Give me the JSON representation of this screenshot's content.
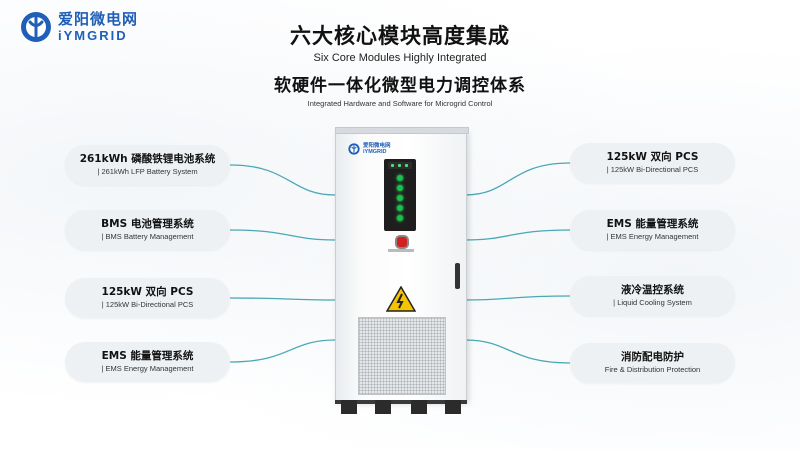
{
  "brand": {
    "name_cn": "爱阳微电网",
    "name_en": "iYMGRID",
    "color": "#1f5fb8"
  },
  "headline": {
    "title_cn": "六大核心模块高度集成",
    "title_en": "Six Core Modules Highly Integrated",
    "subtitle_cn": "软硬件一体化微型电力调控体系",
    "subtitle_en": "Integrated Hardware and Software for Microgrid Control"
  },
  "left_modules": [
    {
      "cn": "261kWh 磷酸铁锂电池系统",
      "en": "| 261kWh LFP Battery System"
    },
    {
      "cn": "BMS 电池管理系统",
      "en": "| BMS Battery Management"
    },
    {
      "cn": "125kW 双向 PCS",
      "en": "| 125kW Bi-Directional PCS"
    },
    {
      "cn": "EMS 能量管理系统",
      "en": "| EMS Energy Management"
    }
  ],
  "right_modules": [
    {
      "cn": "125kW 双向 PCS",
      "en": "| 125kW Bi-Directional PCS"
    },
    {
      "cn": "EMS 能量管理系统",
      "en": "| EMS Energy Management"
    },
    {
      "cn": "液冷温控系统",
      "en": "| Liquid Cooling System"
    },
    {
      "cn": "消防配电防护",
      "en": "Fire & Distribution Protection"
    }
  ],
  "cabinet": {
    "logo_text": "爱阳微电网",
    "logo_en": "iYMGRID",
    "icons": [
      "logo-icon",
      "warning-icon",
      "emergency-stop-icon"
    ]
  },
  "colors": {
    "connector": "#4aa8b5",
    "pill_bg": "#eef1f4",
    "warning": "#f5c400"
  }
}
